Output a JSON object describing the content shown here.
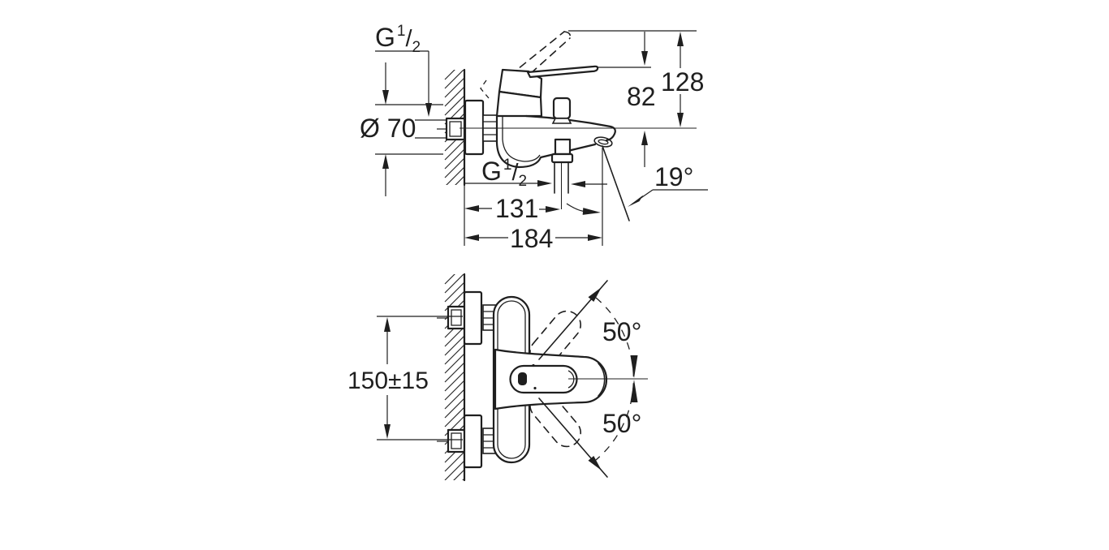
{
  "colors": {
    "background": "#ffffff",
    "ink": "#1f1f1f"
  },
  "side_view": {
    "labels": {
      "wall_thread": {
        "main": "G",
        "sup": "1",
        "slash": "/",
        "sub": "2"
      },
      "flange_diameter": "Ø 70",
      "lever_height": "82",
      "lever_raised_height": "128",
      "shower_outlet_thread": {
        "main": "G",
        "sup": "1",
        "slash": "/",
        "sub": "2"
      },
      "outlet_distance": "131",
      "spout_projection": "184",
      "spray_angle": "19°"
    }
  },
  "front_view": {
    "labels": {
      "mounting_centers": "150±15",
      "lever_swing_upper": "50°",
      "lever_swing_lower": "50°"
    }
  }
}
